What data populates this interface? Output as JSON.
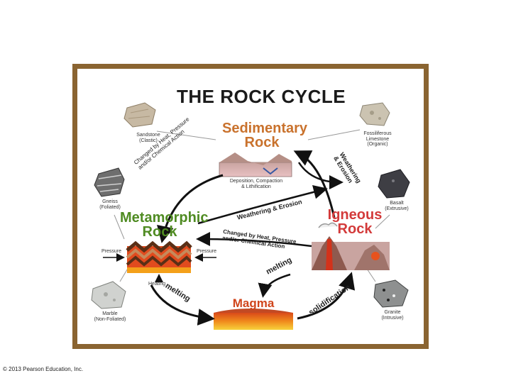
{
  "title": "THE ROCK CYCLE",
  "rocks": {
    "sedimentary": [
      "Sedimentary",
      "Rock"
    ],
    "metamorphic": [
      "Metamorphic",
      "Rock"
    ],
    "igneous": [
      "Igneous",
      "Rock"
    ],
    "magma": "Magma"
  },
  "samples": {
    "sandstone": [
      "Sandstone",
      "(Clastic)"
    ],
    "limestone": [
      "Fossiliferous",
      "Limestone",
      "(Organic)"
    ],
    "gneiss": [
      "Gneiss",
      "(Foliated)"
    ],
    "basalt": [
      "Basalt",
      "(Extrusive)"
    ],
    "marble": [
      "Marble",
      "(Non-Foliated)"
    ],
    "granite": [
      "Granite",
      "(Intrusive)"
    ]
  },
  "process_labels": {
    "deposition": [
      "Deposition, Compaction",
      "& Lithification"
    ],
    "changed_top": [
      "Changed by Heat, Pressure",
      "and/or Chemical Action"
    ],
    "weathering_right": [
      "Weathering",
      "& Erosion"
    ],
    "weathering_middle": "Weathering & Erosion",
    "changed_middle": [
      "Changed by Heat, Pressure",
      "and/or Chemical Action"
    ],
    "pressure_left": "Pressure",
    "pressure_right": "Pressure",
    "heating": "Heating",
    "melting_right": "melting",
    "melting_left": "melting",
    "solidification": "solidification"
  },
  "copyright": "© 2013 Pearson Education, Inc.",
  "colors": {
    "frame": "#8a6431",
    "sedimentary": "#c9722d",
    "metamorphic": "#4f8b22",
    "igneous": "#d33a3a",
    "magma": "#d0451b"
  }
}
